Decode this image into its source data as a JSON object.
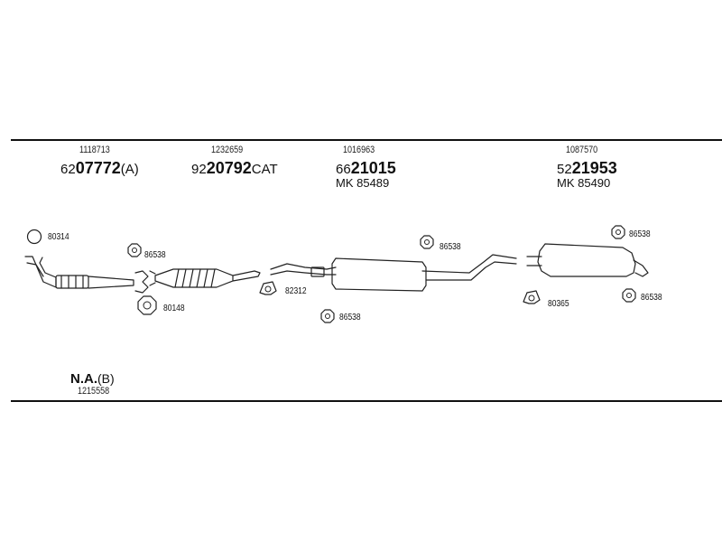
{
  "groups": [
    {
      "ref": "1118713",
      "prefix": "62",
      "main": "07772",
      "suffix": "(A)"
    },
    {
      "ref": "1232659",
      "prefix": "92",
      "main": "20792",
      "suffix": "CAT"
    },
    {
      "ref": "1016963",
      "prefix": "66",
      "main": "21015",
      "suffix": "",
      "mk": "MK 85489"
    },
    {
      "ref": "1087570",
      "prefix": "52",
      "main": "21953",
      "suffix": "",
      "mk": "MK 85490"
    }
  ],
  "labels": {
    "ring_80314": "80314",
    "hanger_86538_a": "86538",
    "gasket_80148": "80148",
    "clamp_82312": "82312",
    "hanger_86538_b": "86538",
    "hanger_86538_c": "86538",
    "hanger_86538_d": "86538",
    "hanger_86538_e": "86538",
    "clamp_80365": "80365"
  },
  "footer": {
    "na_main": "N.A.",
    "na_suffix": "(B)",
    "na_ref": "1215558"
  }
}
